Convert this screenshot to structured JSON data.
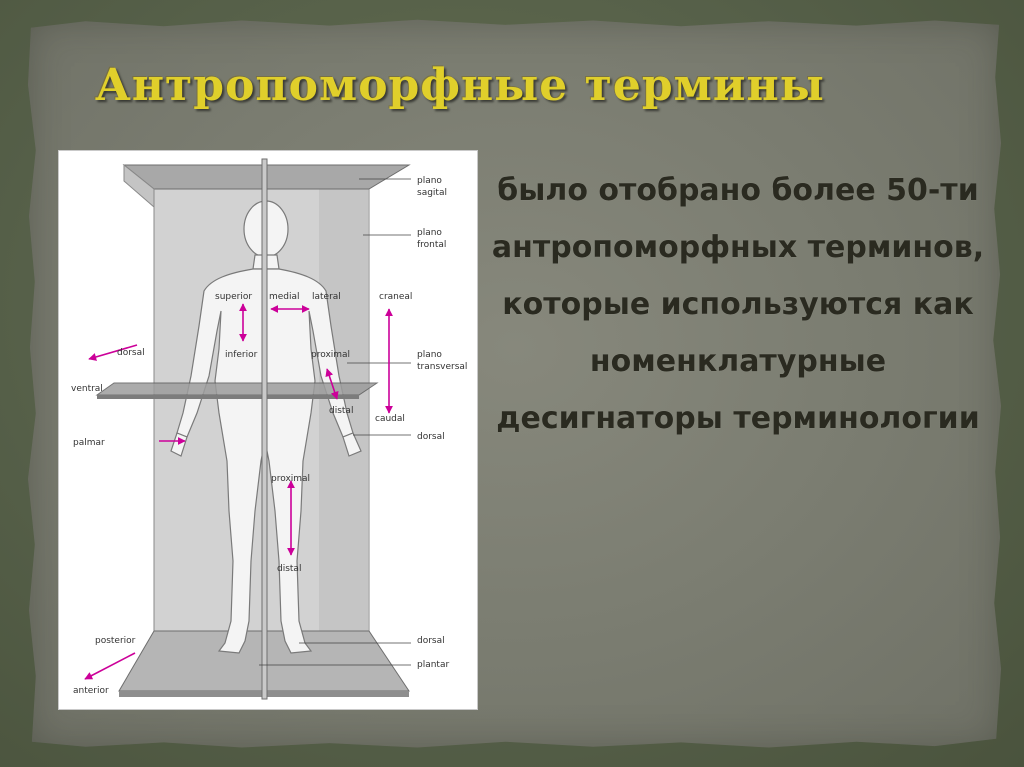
{
  "title": "Антропоморфные термины",
  "body_text": "было отобрано более 50-ти антропоморфных терминов, которые используются как номенклатурные десигнаторы терминологии",
  "figure": {
    "labels": {
      "plano_sagital_1": "plano",
      "plano_sagital_2": "sagital",
      "plano_frontal_1": "plano",
      "plano_frontal_2": "frontal",
      "superior": "superior",
      "medial": "medial",
      "lateral": "lateral",
      "craneal": "craneal",
      "dorsal_top": "dorsal",
      "ventral": "ventral",
      "inferior": "inferior",
      "proximal_arm": "proximal",
      "plano_transversal_1": "plano",
      "plano_transversal_2": "transversal",
      "distal_arm": "distal",
      "caudal": "caudal",
      "palmar": "palmar",
      "dorsal_hand": "dorsal",
      "proximal_leg": "proximal",
      "distal_leg": "distal",
      "posterior": "posterior",
      "dorsal_foot": "dorsal",
      "plantar": "plantar",
      "anterior": "anterior"
    }
  },
  "colors": {
    "title": "#e0cf2b",
    "arrow": "#cc0099",
    "body_text": "#2a2a20"
  }
}
